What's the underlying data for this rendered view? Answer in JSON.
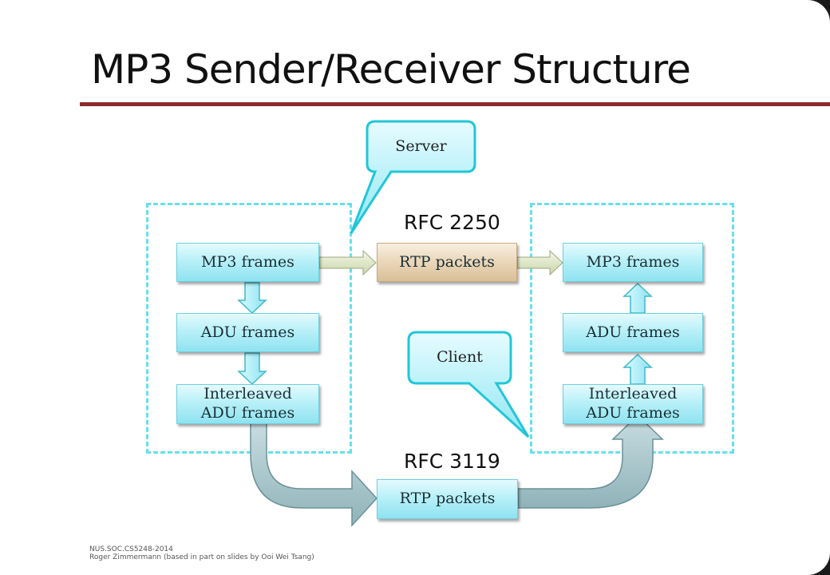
{
  "slide": {
    "title": "MP3 Sender/Receiver Structure",
    "callouts": {
      "server": "Server",
      "client": "Client"
    },
    "rfc": {
      "top": "RFC 2250",
      "bottom": "RFC 3119"
    },
    "sender": {
      "mp3": "MP3 frames",
      "adu": "ADU frames",
      "interleaved": "Interleaved ADU frames"
    },
    "receiver": {
      "mp3": "MP3 frames",
      "adu": "ADU frames",
      "interleaved": "Interleaved ADU frames"
    },
    "rtp_top": "RTP packets",
    "rtp_bottom": "RTP packets",
    "footer": {
      "line1": "NUS.SOC.CS5248-2014",
      "line2": "Roger Zimmermann (based in part on slides by Ooi Wei Tsang)"
    }
  },
  "colors": {
    "accent_rule": "#8b2a2a",
    "dashed_border": "#66e0ea",
    "box_cyan": "#b8f0f8",
    "box_tan": "#ead6b8"
  }
}
